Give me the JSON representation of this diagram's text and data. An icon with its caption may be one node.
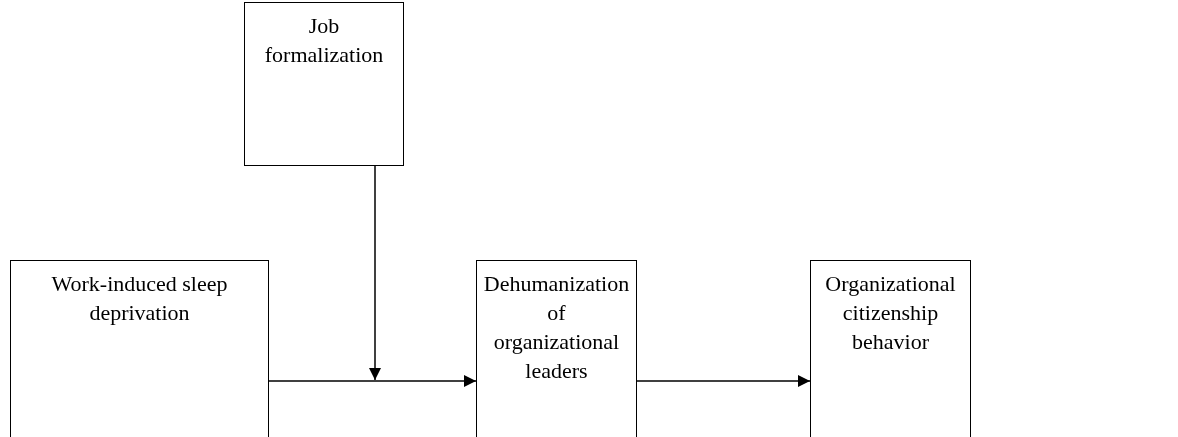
{
  "diagram": {
    "nodes": [
      {
        "text": [
          "Job formalization"
        ]
      },
      {
        "text": [
          "Work-induced sleep deprivation"
        ]
      },
      {
        "text": [
          "Dehumanization of organizational leaders"
        ]
      },
      {
        "text": [
          "Organizational citizenship behavior"
        ]
      }
    ],
    "edges": [
      {
        "from": 1,
        "to": 2,
        "arrow": "to"
      },
      {
        "from": 0,
        "to": null,
        "arrow": "to"
      },
      {
        "from": 2,
        "to": 3,
        "arrow": "to"
      }
    ]
  }
}
